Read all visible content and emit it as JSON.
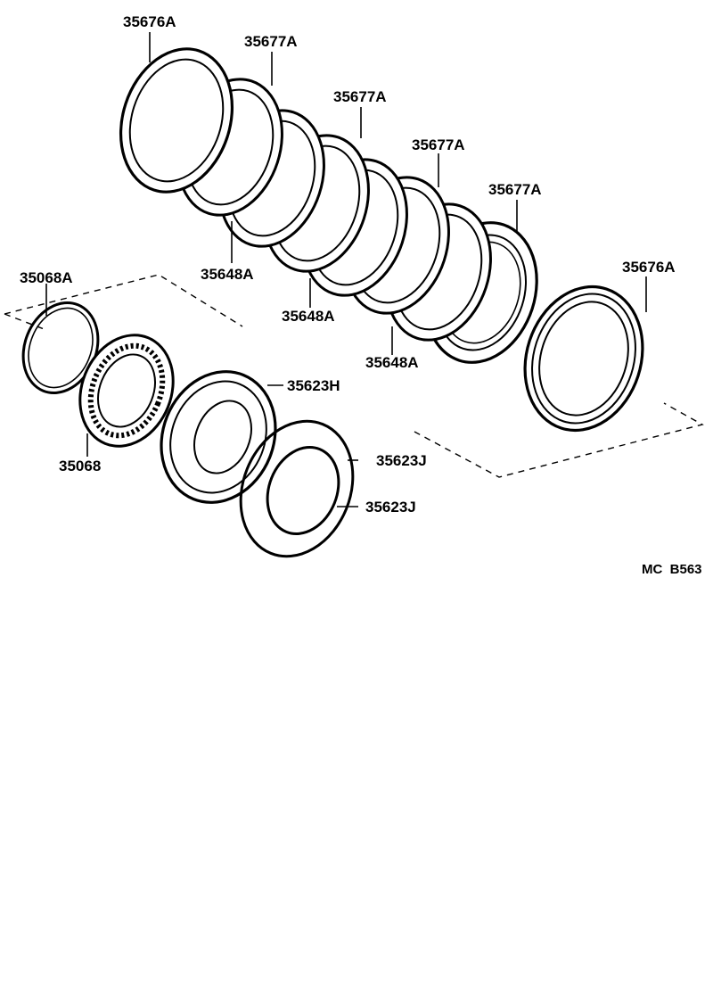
{
  "labels": {
    "p35676a_top": "35676A",
    "p35677a_1": "35677A",
    "p35677a_2": "35677A",
    "p35677a_3": "35677A",
    "p35677a_4": "35677A",
    "p35648a_1": "35648A",
    "p35648a_2": "35648A",
    "p35648a_3": "35648A",
    "p35676a_right": "35676A",
    "p35068a": "35068A",
    "p35068": "35068",
    "p35623h": "35623H",
    "p35623j_1": "35623J",
    "p35623j_2": "35623J"
  },
  "diagram_code": "MC  B563"
}
